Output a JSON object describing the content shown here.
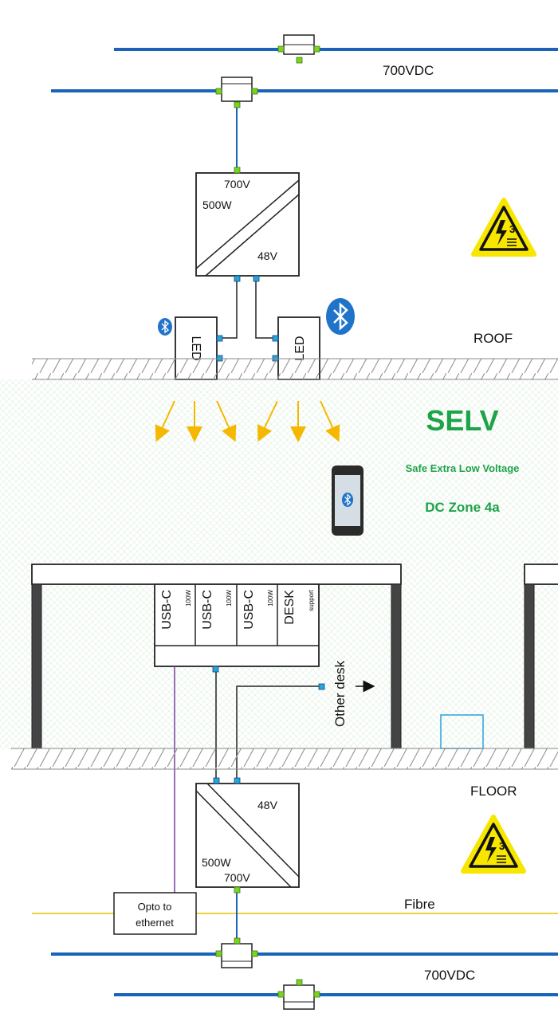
{
  "labels": {
    "bus_top": "700VDC",
    "bus_bottom": "700VDC",
    "roof": "ROOF",
    "floor": "FLOOR",
    "fibre": "Fibre",
    "selv": "SELV",
    "selv_desc": "Safe Extra Low Voltage",
    "zone": "DC Zone 4a",
    "other_desk": "Other desk"
  },
  "converter_top": {
    "in": "700V",
    "power": "500W",
    "out": "48V"
  },
  "converter_bottom": {
    "in": "700V",
    "power": "500W",
    "out": "48V"
  },
  "led_units": [
    "LED",
    "LED"
  ],
  "desk_ports": [
    {
      "label": "USB-C",
      "rating": "100W"
    },
    {
      "label": "USB-C",
      "rating": "100W"
    },
    {
      "label": "USB-C",
      "rating": "100W"
    },
    {
      "label": "DESK",
      "rating": "support"
    }
  ],
  "opto": {
    "line1": "Opto to",
    "line2": "ethernet"
  },
  "colors": {
    "bus": "#1a63b8",
    "connector_green": "#7ed321",
    "connector_blue": "#29a3e0",
    "selv_text": "#1ea34a",
    "arrow_yellow": "#f5b800",
    "fibre": "#e8c400",
    "ethernet": "#7a3ea0",
    "bluetooth": "#1f73c9"
  },
  "icons": [
    "bluetooth-icon",
    "smartphone-icon",
    "high-voltage-warning-icon"
  ]
}
